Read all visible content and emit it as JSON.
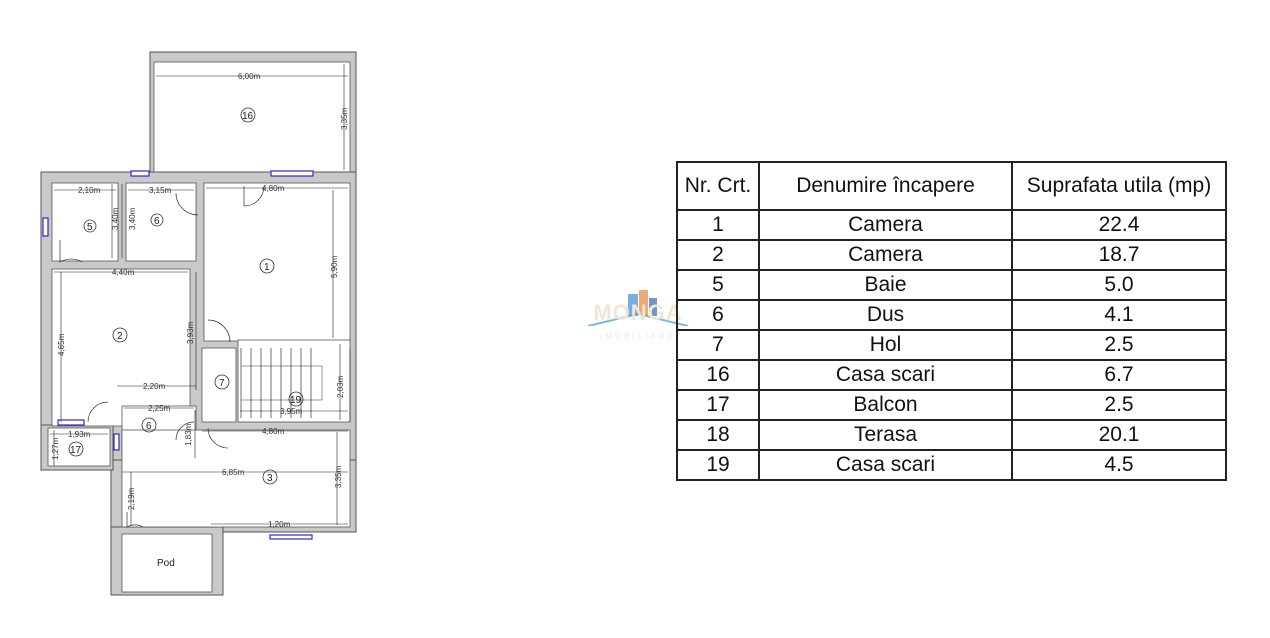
{
  "floor_plan": {
    "rooms": [
      {
        "id": "16",
        "label": "16",
        "dims": [
          "6,00m",
          "3,35m"
        ]
      },
      {
        "id": "5",
        "label": "5",
        "dims": [
          "2,10m",
          "3,40m"
        ]
      },
      {
        "id": "6a",
        "label": "6",
        "dims": [
          "3,15m",
          "3,40m"
        ]
      },
      {
        "id": "1",
        "label": "1",
        "dims": [
          "4,80m",
          "5,90m"
        ]
      },
      {
        "id": "2",
        "label": "2",
        "dims": [
          "4,40m",
          "4,65m",
          "3,93m",
          "2,20m"
        ]
      },
      {
        "id": "7",
        "label": "7",
        "dims": []
      },
      {
        "id": "19",
        "label": "19",
        "dims": [
          "3,95m",
          "2,03m"
        ]
      },
      {
        "id": "6",
        "label": "6",
        "dims": [
          "2,25m",
          "1,83m"
        ]
      },
      {
        "id": "17",
        "label": "17",
        "dims": [
          "1,93m",
          "1,27m"
        ]
      },
      {
        "id": "3",
        "label": "3",
        "dims": [
          "4,80m",
          "6,85m",
          "3,35m",
          "2,19m",
          "1,20m"
        ]
      }
    ],
    "pod_label": "Pod",
    "dimensions": {
      "d_600": "6,00m",
      "d_335a": "3,35m",
      "d_210": "2,10m",
      "d_315": "3,15m",
      "d_340a": "3,40m",
      "d_340b": "3,40m",
      "d_480a": "4,80m",
      "d_590": "5,90m",
      "d_440": "4,40m",
      "d_465": "4,65m",
      "d_393": "3,93m",
      "d_220": "2,20m",
      "d_225": "2,25m",
      "d_183": "1,83m",
      "d_395": "3,95m",
      "d_203": "2,03m",
      "d_480b": "4,80m",
      "d_193": "1,93m",
      "d_127": "1,27m",
      "d_685": "6,85m",
      "d_335b": "3,35m",
      "d_219": "2,19m",
      "d_120": "1,20m"
    },
    "labels": {
      "r16": "16",
      "r5": "5",
      "r6a": "6",
      "r1": "1",
      "r2": "2",
      "r7": "7",
      "r19": "19",
      "r6": "6",
      "r17": "17",
      "r3": "3"
    }
  },
  "watermark": {
    "brand": "MONGA",
    "sub": "IMOBILIARE"
  },
  "table": {
    "headers": [
      "Nr. Crt.",
      "Denumire încapere",
      "Suprafata utila (mp)"
    ],
    "rows": [
      [
        "1",
        "Camera",
        "22.4"
      ],
      [
        "2",
        "Camera",
        "18.7"
      ],
      [
        "5",
        "Baie",
        "5.0"
      ],
      [
        "6",
        "Dus",
        "4.1"
      ],
      [
        "7",
        "Hol",
        "2.5"
      ],
      [
        "16",
        "Casa scari",
        "6.7"
      ],
      [
        "17",
        "Balcon",
        "2.5"
      ],
      [
        "18",
        "Terasa",
        "20.1"
      ],
      [
        "19",
        "Casa scari",
        "4.5"
      ]
    ]
  },
  "colors": {
    "wall": "#c9c9c9",
    "wall_stroke": "#555555",
    "window": "#2a2ac8",
    "line": "#222222"
  }
}
